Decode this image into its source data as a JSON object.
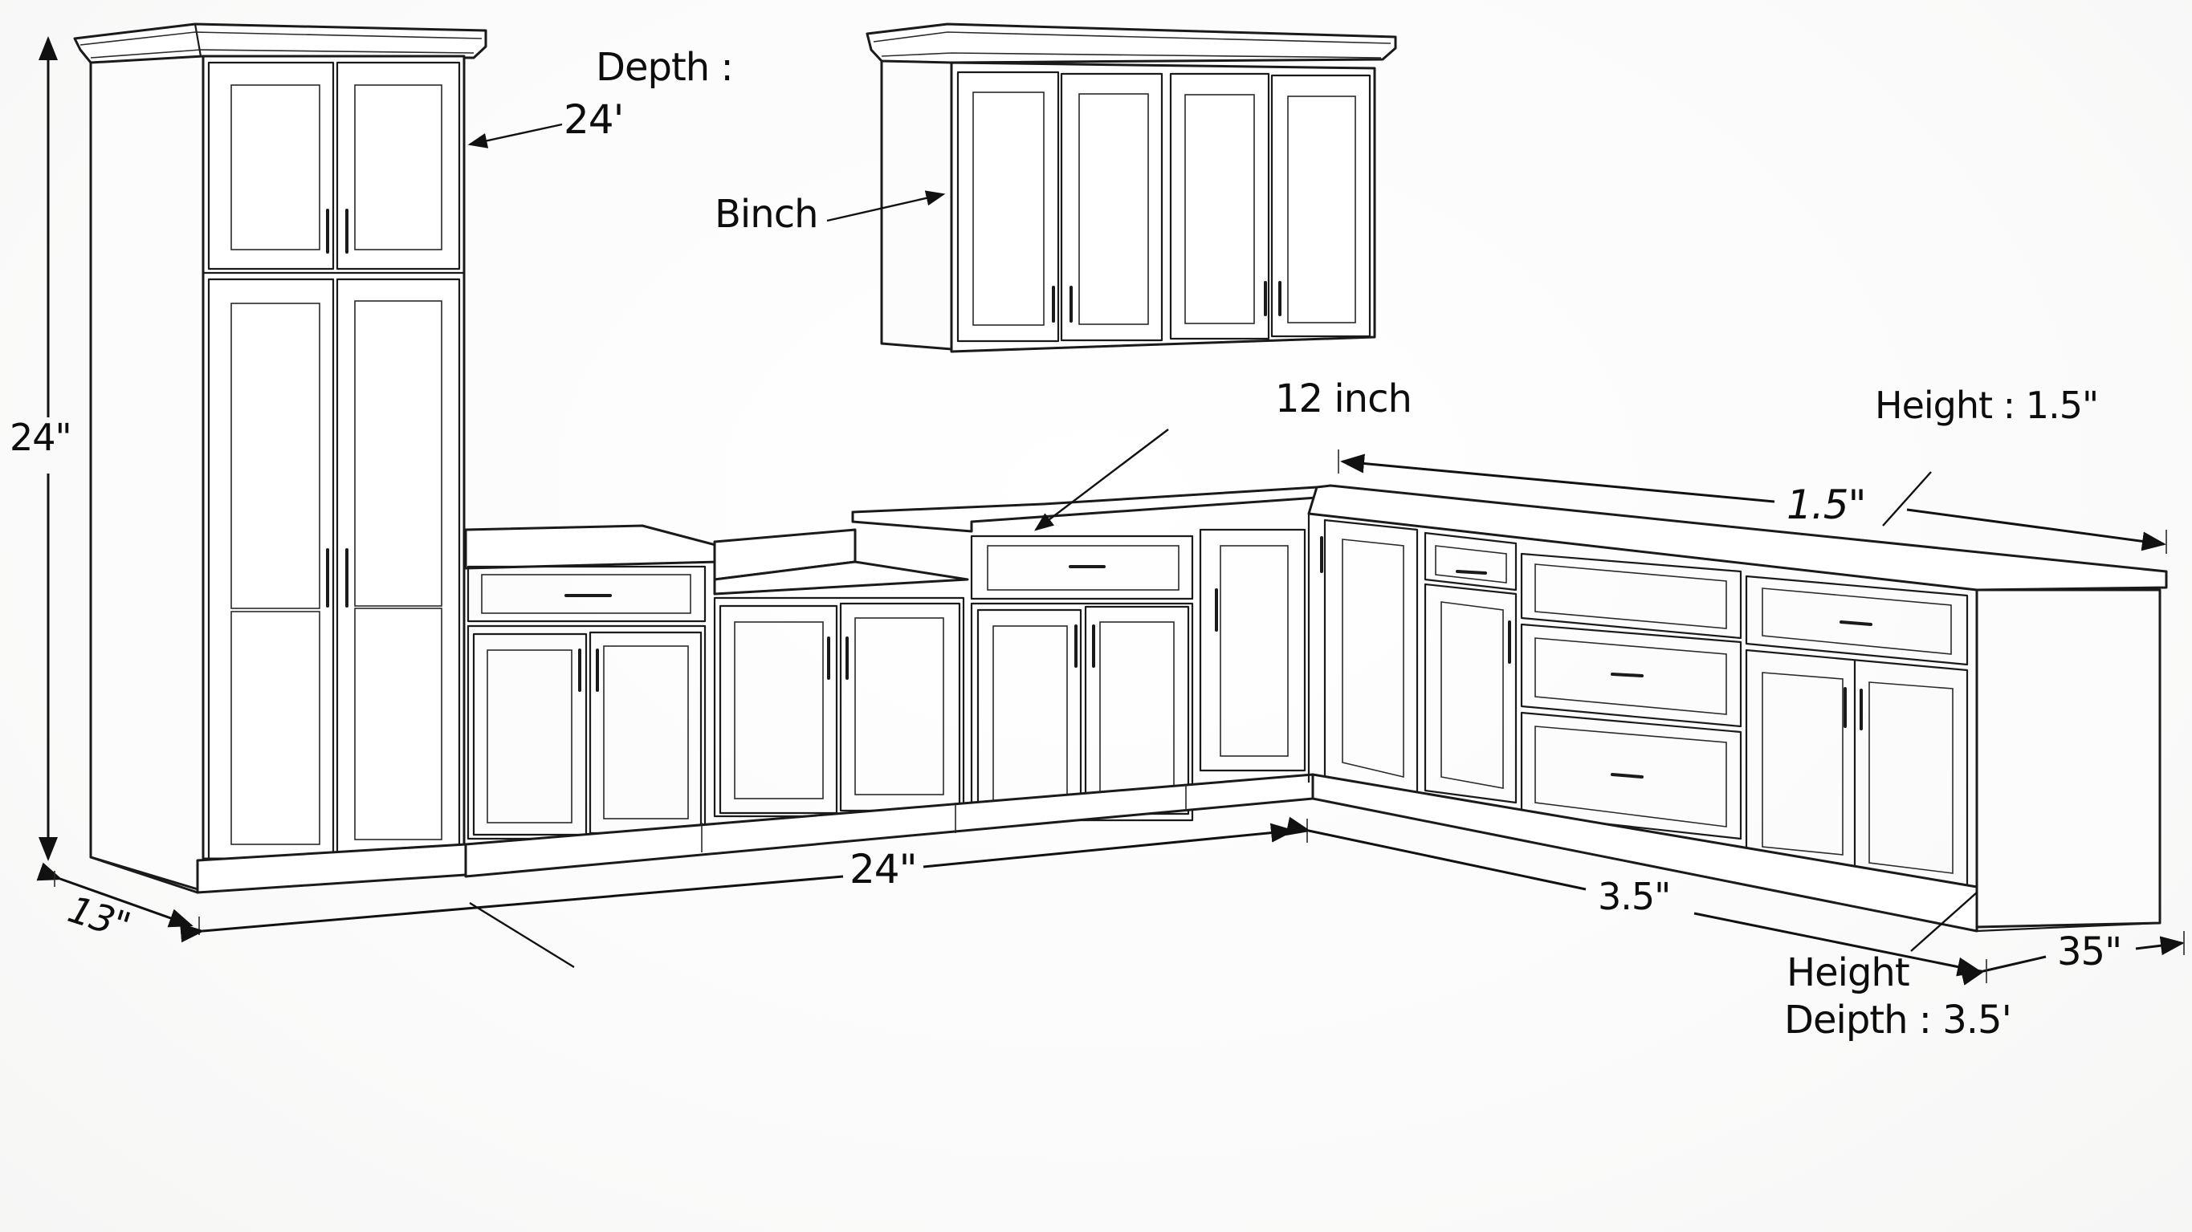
{
  "diagram": {
    "type": "kitchen cabinet layout line drawing (L-shaped, perspective)",
    "colors": {
      "background": "#ffffff",
      "ink": "#111111"
    },
    "components": [
      {
        "id": "tall-pantry",
        "name": "Tall pantry cabinet",
        "doors_upper": 2,
        "doors_lower": 2
      },
      {
        "id": "wall-cabinet",
        "name": "Upper wall cabinet",
        "doors": 4
      },
      {
        "id": "base-run-left",
        "name": "Base cabinet run (left wall)",
        "sections": [
          "drawer-over-2-door",
          "2-door (sink)",
          "drawer-over-2-door",
          "1-door"
        ]
      },
      {
        "id": "base-run-right",
        "name": "Base cabinet run (right wall)",
        "sections": [
          "1-door corner",
          "drawer-over-door",
          "3-drawer stack",
          "drawer-over-2-door"
        ]
      }
    ],
    "labels": {
      "depth_title": "Depth :",
      "depth_value": "24'",
      "pantry_height": "24\"",
      "pantry_depth": "13\"",
      "wall_cab_label": "Binch",
      "counter_label": "12 inch",
      "height_label": "Height :  1.5\"",
      "counter_width": "1.5\"",
      "base_run_width": "24\"",
      "right_run_width": "3.5\"",
      "end_depth": "35\"",
      "toe_height": "Height",
      "toe_depth": "Deipth : 3.5'"
    }
  }
}
